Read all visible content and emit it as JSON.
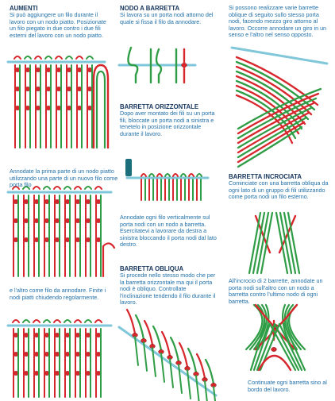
{
  "sections": {
    "aumenti": {
      "title": "AUMENTI",
      "text": "Si può aggiungere un filo durante il lavoro con un nodo piatto. Posizionate un filo piegato in due contro i due fili esterni del lavoro con un nodo piatto."
    },
    "annodate_parte": {
      "text": "Annodate la prima parte di un nodo piatto utilizzando una parte di un nuovo filo come porta filo"
    },
    "altro_come_filo": {
      "text": "e l'altro come filo da annodare. Finite i nodi piatti chiudendo regolarmente."
    },
    "nodo_a_barretta": {
      "title": "NODO A BARRETTA",
      "text": "Si lavora su un porta nodi attorno del quale si fissa il filo da annodare."
    },
    "barretta_orizzontale": {
      "title": "BARRETTA ORIZZONTALE",
      "text": "Dopo aver montato dei fili su un porta fili, bloccate un porta nodi a sinistra e tenetelo in posizione orizzontale durante il lavoro."
    },
    "annodate_ogni_filo": {
      "text": "Annodate ogni filo verticalmente sul porta nodi con un nodo a barretta. Esercitatevi a lavorare da destra a sinistra bloccando il porta nodi dal lato destro."
    },
    "barretta_obliqua": {
      "title": "BARRETTA OBLIQUA",
      "text": "Si procede nello stesso modo che per la barretta orizzontale ma qui il porta nodi è obliquo. Controllate l'inclinazione tendendo il filo durante il lavoro."
    },
    "varie_barrette": {
      "text": "Si possono realizzare varie barrette oblique di seguito sullo stesso porta nodi, facendo mezzo giro attorno al lavoro. Occorre annodare un giro in un senso e l'altro nel senso opposto."
    },
    "barretta_incrociata": {
      "title": "BARRETTA INCROCIATA",
      "text": "Cominciate con una barretta obliqua da ogni lato di un gruppo di fili utilizzando come porta nodi un filo esterno."
    },
    "incrocio": {
      "text": "All'incrocio di 2 barrette, annodate un porta nodi sull'altro con un nodo a barretta contro l'ultimo nodo di ogni barretta."
    },
    "continuate": {
      "text": "Continuate ogni barretta sino al bordo del lavoro."
    }
  },
  "colors": {
    "title": "#15355c",
    "body_text": "#1f6fa8",
    "cord_red": "#d8262d",
    "cord_green": "#2f9d45",
    "holder_rod": "#7fc7d9",
    "pin": "#1b6f7a"
  }
}
